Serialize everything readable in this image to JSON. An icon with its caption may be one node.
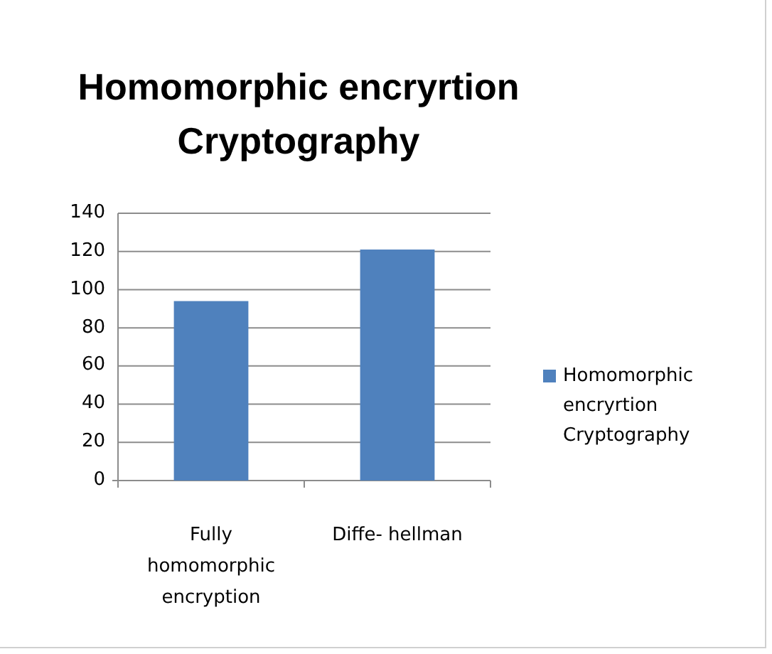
{
  "diagram": {
    "chart_data": {
      "type": "bar",
      "title": "Homomorphic encryrtion Cryptography",
      "categories": [
        "Fully homomorphic encryption",
        "Diffe- hellman"
      ],
      "series": [
        {
          "name": "Homomorphic encryrtion Cryptography",
          "color": "#4f81bd",
          "values": [
            94,
            121
          ]
        }
      ],
      "grid": true,
      "ylim": [
        0,
        140
      ],
      "yticks": [
        0,
        20,
        40,
        60,
        80,
        100,
        120,
        140
      ]
    }
  }
}
